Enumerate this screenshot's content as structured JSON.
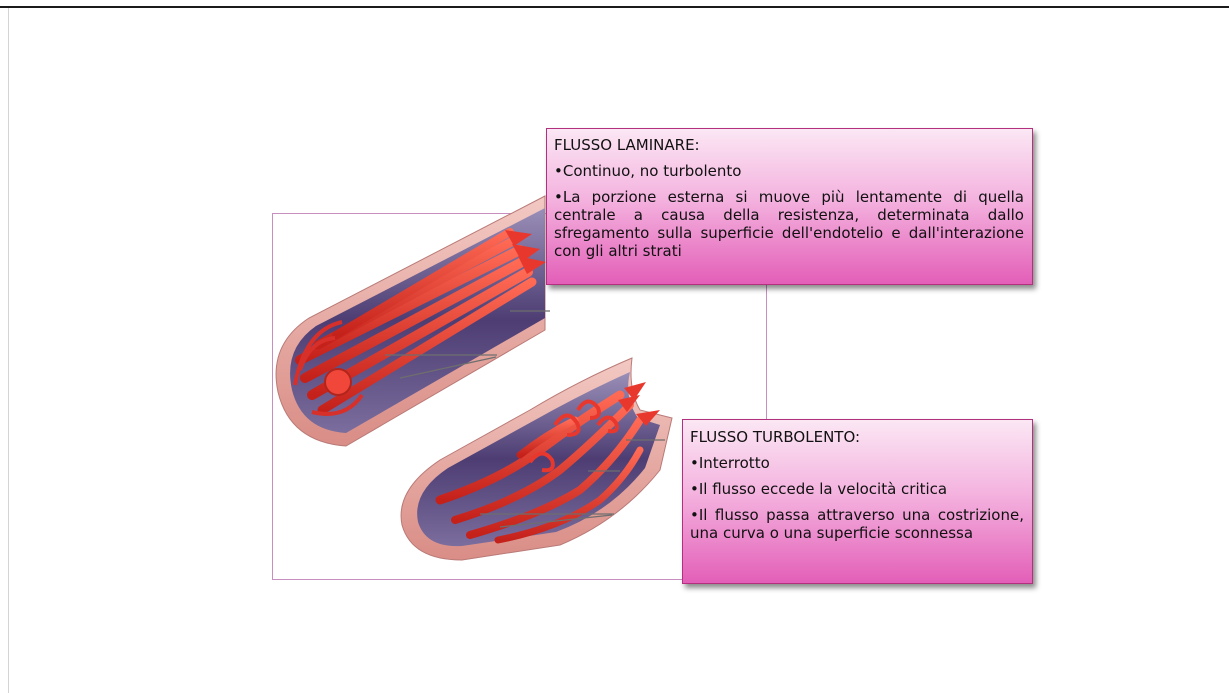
{
  "laminar": {
    "title": "FLUSSO LAMINARE:",
    "point1": "•Continuo, no turbolento",
    "point2": "•La porzione esterna si muove più lentamente di quella centrale a causa della resistenza, determinata dallo sfregamento sulla superficie dell'endotelio e dall'interazione con gli altri strati"
  },
  "turbulent": {
    "title": "FLUSSO TURBOLENTO:",
    "point1": "•Interrotto",
    "point2": "•Il flusso eccede la velocità critica",
    "point3": "•Il flusso passa attraverso una costrizione, una curva o una superficie sconnessa"
  },
  "colors": {
    "box_border": "#b3307e",
    "box_gradient_top": "#fbe7f4",
    "box_gradient_bottom": "#e35fb8",
    "vessel_wall": "#e7a6a0",
    "vessel_lumen": "#6f5c8c",
    "blood_flow": "#e8382e"
  }
}
